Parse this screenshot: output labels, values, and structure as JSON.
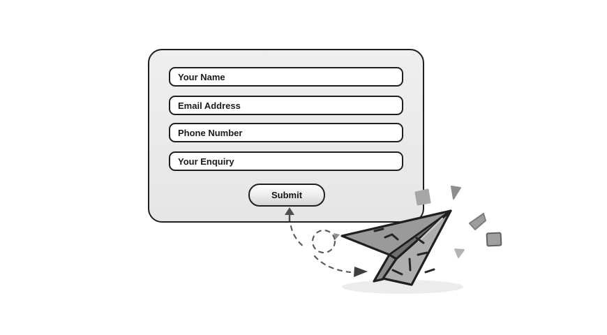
{
  "form": {
    "fields": [
      {
        "placeholder": "Your Name"
      },
      {
        "placeholder": "Email Address"
      },
      {
        "placeholder": "Phone Number"
      },
      {
        "placeholder": "Your Enquiry"
      }
    ],
    "submit_label": "Submit"
  },
  "illustration": {
    "description": "paper plane launching from submit button with dashed looping flight path and gray confetti pieces",
    "colors": {
      "card_background": "#ebebeb",
      "outline": "#1f1f1f",
      "plane_far_wing": "#9a9a9a",
      "plane_near_wing": "#aeaeae",
      "plane_keel": "#8a8a8a",
      "plane_inner_fold": "#6e6e6e",
      "trail_gray": "#5b5b5b",
      "confetti_gray": "#9e9e9e",
      "shadow_gray": "#ececec"
    }
  }
}
